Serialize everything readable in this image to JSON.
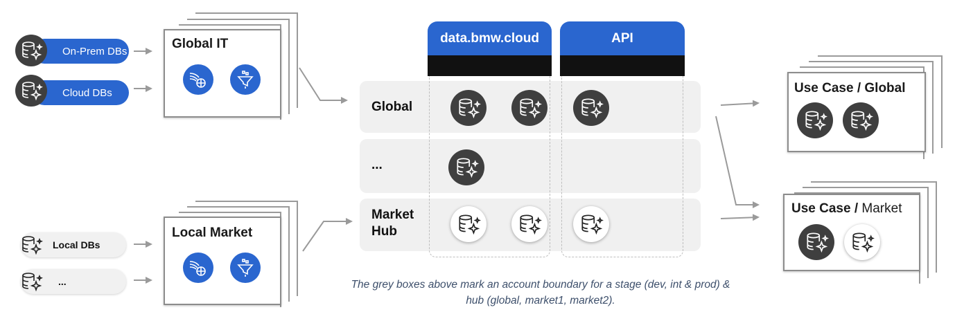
{
  "sources": {
    "onprem": "On-Prem DBs",
    "cloud": "Cloud DBs",
    "local": "Local DBs",
    "other": "..."
  },
  "boxes": {
    "global_it": "Global IT",
    "local_market": "Local Market"
  },
  "columns": {
    "data": "data.bmw.cloud",
    "api": "API"
  },
  "rows": {
    "global": "Global",
    "middle": "...",
    "market_hub_1": "Market",
    "market_hub_2": "Hub"
  },
  "use_cases": {
    "global": "Use Case / Global",
    "market_prefix": "Use Case /",
    "market_suffix": " Market"
  },
  "caption_line1": "The grey boxes above mark an account boundary for a stage (dev, int & prod) &",
  "caption_line2": "hub (global, market1, market2).",
  "colors": {
    "accent": "#2a66cf",
    "dark": "#3f3f3f",
    "band": "#f0f0f0"
  }
}
